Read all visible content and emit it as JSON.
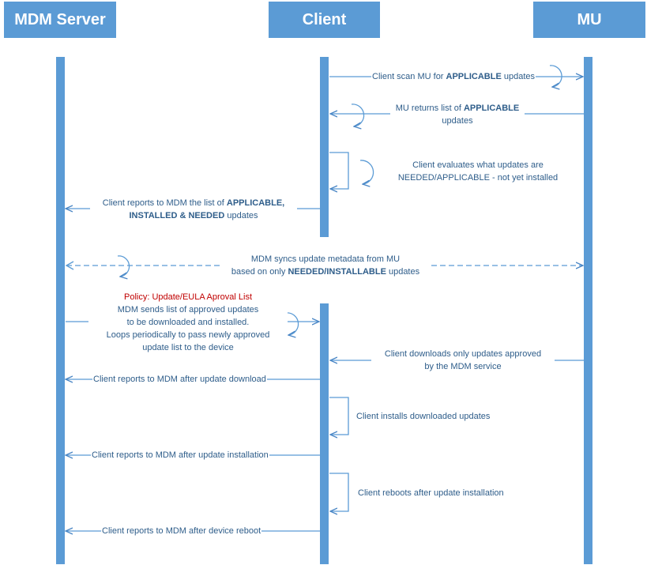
{
  "actors": {
    "mdm": "MDM Server",
    "client": "Client",
    "mu": "MU"
  },
  "messages": {
    "m1": {
      "pre": "Client scan MU for ",
      "bold": "APPLICABLE",
      "post": " updates"
    },
    "m2": {
      "pre": "MU returns list of ",
      "bold": "APPLICABLE",
      "post": "updates"
    },
    "m3": {
      "line1": "Client evaluates what updates are",
      "line2": "NEEDED/APPLICABLE - not yet installed"
    },
    "m4": {
      "pre": "Client reports to MDM the list of ",
      "bold1": "APPLICABLE,",
      "bold2": "INSTALLED & NEEDED",
      "post": " updates"
    },
    "m5": {
      "line1": "MDM syncs update metadata from MU",
      "pre": "based on only ",
      "bold": "NEEDED/INSTALLABLE",
      "post": " updates"
    },
    "m6": {
      "policy": "Policy: Update/EULA Aproval List",
      "line1": "MDM sends list of approved updates",
      "line2": "to be downloaded and installed.",
      "line3": "Loops periodically to pass newly approved",
      "line4": "update list to the device"
    },
    "m7": {
      "line1": "Client downloads only updates approved",
      "line2": "by the MDM service"
    },
    "m8": "Client reports to MDM after update download",
    "m9": "Client installs downloaded updates",
    "m10": "Client reports to MDM after update installation",
    "m11": "Client reboots after update installation",
    "m12": "Client reports to MDM after device reboot"
  },
  "colors": {
    "actor_fill": "#5b9bd5",
    "text": "#2e5d8a",
    "policy": "#c00000"
  }
}
